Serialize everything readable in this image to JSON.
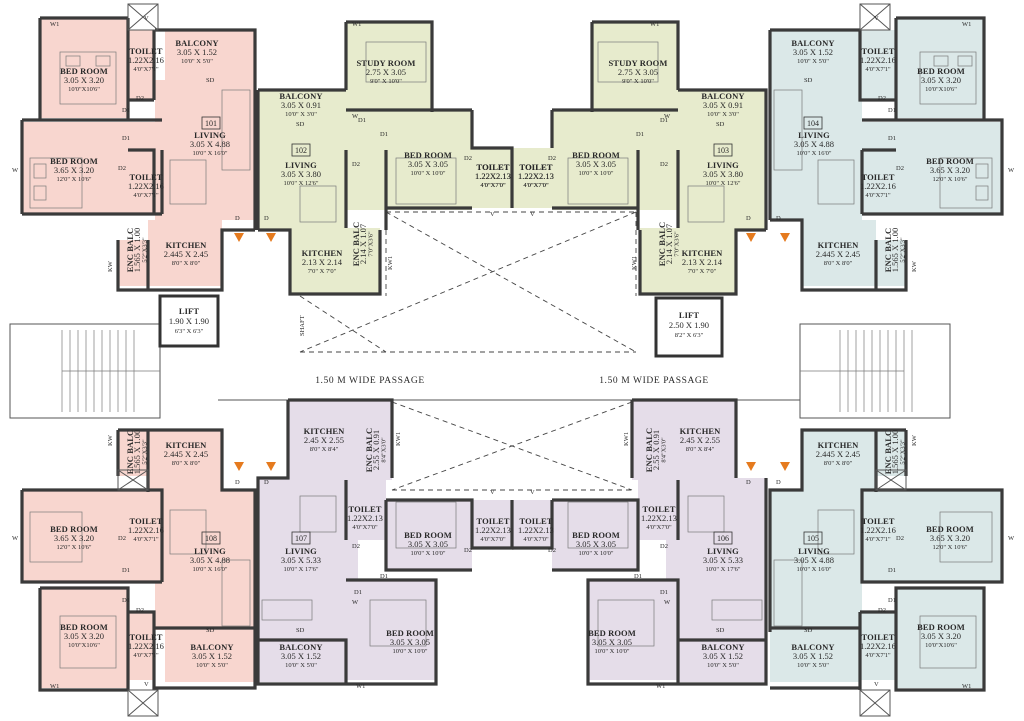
{
  "colors": {
    "pink": "#f8d6cf",
    "green": "#e7ebcd",
    "purple": "#e5dde9",
    "blue": "#dbe8e8",
    "wall": "#3a3a3a",
    "marker": "#e57a1e"
  },
  "passage_left": "1.50 M WIDE PASSAGE",
  "passage_right": "1.50 M WIDE PASSAGE",
  "lift_left": {
    "name": "LIFT",
    "dim": "1.90 X 1.90",
    "imp": "6'3\" X 6'3\""
  },
  "lift_right": {
    "name": "LIFT",
    "dim": "2.50 X 1.90",
    "imp": "8'2\" X 6'3\""
  },
  "shaft_label": "SHAFT",
  "units": [
    {
      "id": "101",
      "color": "pink",
      "rooms": [
        {
          "name": "BED ROOM",
          "dim": "3.05 X 3.20",
          "imp": "10'0\"X10'6\""
        },
        {
          "name": "TOILET",
          "dim": "1.22X2.16",
          "imp": "4'0\"X7'1\""
        },
        {
          "name": "BALCONY",
          "dim": "3.05 X 1.52",
          "imp": "10'0\" X 5'0\""
        },
        {
          "name": "LIVING",
          "dim": "3.05 X 4.88",
          "imp": "10'0\" X 16'0\""
        },
        {
          "name": "BED ROOM",
          "dim": "3.65 X 3.20",
          "imp": "12'0\" X 10'6\""
        },
        {
          "name": "TOILET",
          "dim": "1.22X2.16",
          "imp": "4'0\"X7'1\""
        },
        {
          "name": "KITCHEN",
          "dim": "2.445 X 2.45",
          "imp": "8'0\" X 8'0\""
        },
        {
          "name": "ENC BALC",
          "dim": "1.565 X 1.00",
          "imp": "5'2\"X3'3\""
        }
      ]
    },
    {
      "id": "102",
      "color": "green",
      "rooms": [
        {
          "name": "STUDY ROOM",
          "dim": "2.75 X 3.05",
          "imp": "9'0\" X 10'0\""
        },
        {
          "name": "BALCONY",
          "dim": "3.05 X 0.91",
          "imp": "10'0\" X 3'0\""
        },
        {
          "name": "LIVING",
          "dim": "3.05 X 3.80",
          "imp": "10'0\" X 12'6\""
        },
        {
          "name": "BED ROOM",
          "dim": "3.05 X 3.05",
          "imp": "10'0\" X 10'0\""
        },
        {
          "name": "TOILET",
          "dim": "1.22X2.13",
          "imp": "4'0\"X7'0\""
        },
        {
          "name": "TOILET",
          "dim": "1.22X2.13",
          "imp": "4'0\"X7'0\""
        },
        {
          "name": "KITCHEN",
          "dim": "2.13 X 2.14",
          "imp": "7'0\" X 7'0\""
        },
        {
          "name": "ENC BALC",
          "dim": "2.14 X 1.07",
          "imp": "7'0\"X3'6\""
        }
      ]
    },
    {
      "id": "103",
      "color": "green",
      "rooms": [
        {
          "name": "STUDY ROOM",
          "dim": "2.75 X 3.05",
          "imp": "9'0\" X 10'0\""
        },
        {
          "name": "BALCONY",
          "dim": "3.05 X 0.91",
          "imp": "10'0\" X 3'0\""
        },
        {
          "name": "LIVING",
          "dim": "3.05 X 3.80",
          "imp": "10'0\" X 12'6\""
        },
        {
          "name": "BED ROOM",
          "dim": "3.05 X 3.05",
          "imp": "10'0\" X 10'0\""
        },
        {
          "name": "TOILET",
          "dim": "1.22X2.13",
          "imp": "4'0\"X7'0\""
        },
        {
          "name": "TOILET",
          "dim": "1.22X2.13",
          "imp": "4'0\"X7'0\""
        },
        {
          "name": "KITCHEN",
          "dim": "2.13 X 2.14",
          "imp": "7'0\" X 7'0\""
        },
        {
          "name": "ENC BALC",
          "dim": "2.14 X 1.07",
          "imp": "7'0\"X3'6\""
        }
      ]
    },
    {
      "id": "104",
      "color": "blue",
      "rooms": [
        {
          "name": "BALCONY",
          "dim": "3.05 X 1.52",
          "imp": "10'0\" X 5'0\""
        },
        {
          "name": "TOILET",
          "dim": "1.22X2.16",
          "imp": "4'0\"X7'1\""
        },
        {
          "name": "BED ROOM",
          "dim": "3.05 X 3.20",
          "imp": "10'0\"X10'6\""
        },
        {
          "name": "LIVING",
          "dim": "3.05 X 4.88",
          "imp": "10'0\" X 16'0\""
        },
        {
          "name": "BED ROOM",
          "dim": "3.65 X 3.20",
          "imp": "12'0\" X 10'6\""
        },
        {
          "name": "TOILET",
          "dim": "1.22X2.16",
          "imp": "4'0\"X7'1\""
        },
        {
          "name": "KITCHEN",
          "dim": "2.445 X 2.45",
          "imp": "8'0\" X 8'0\""
        },
        {
          "name": "ENC BALC",
          "dim": "1.565 X 1.00",
          "imp": "5'2\"X3'3\""
        }
      ]
    },
    {
      "id": "105",
      "color": "blue",
      "rooms": [
        {
          "name": "KITCHEN",
          "dim": "2.445 X 2.45",
          "imp": "8'0\" X 8'0\""
        },
        {
          "name": "ENC BALC",
          "dim": "1.565 X 1.00",
          "imp": "5'2\"X3'3\""
        },
        {
          "name": "TOILET",
          "dim": "1.22X2.16",
          "imp": "4'0\"X7'1\""
        },
        {
          "name": "BED ROOM",
          "dim": "3.65 X 3.20",
          "imp": "12'0\" X 10'6\""
        },
        {
          "name": "LIVING",
          "dim": "3.05 X 4.88",
          "imp": "10'0\" X 16'0\""
        },
        {
          "name": "BED ROOM",
          "dim": "3.05 X 3.20",
          "imp": "10'0\"X10'6\""
        },
        {
          "name": "TOILET",
          "dim": "1.22X2.16",
          "imp": "4'0\"X7'1\""
        },
        {
          "name": "BALCONY",
          "dim": "3.05 X 1.52",
          "imp": "10'0\" X 5'0\""
        }
      ]
    },
    {
      "id": "106",
      "color": "purple",
      "rooms": [
        {
          "name": "KITCHEN",
          "dim": "2.45 X 2.55",
          "imp": "8'0\" X 8'4\""
        },
        {
          "name": "ENC BALC",
          "dim": "2.55 X 0.91",
          "imp": "8'4\"X3'0\""
        },
        {
          "name": "TOILET",
          "dim": "1.22X2.13",
          "imp": "4'0\"X7'0\""
        },
        {
          "name": "BED ROOM",
          "dim": "3.05 X 3.05",
          "imp": "10'0\" X 10'0\""
        },
        {
          "name": "TOILET",
          "dim": "1.22X2.13",
          "imp": "4'0\"X7'0\""
        },
        {
          "name": "LIVING",
          "dim": "3.05 X 5.33",
          "imp": "10'0\" X 17'6\""
        },
        {
          "name": "BED ROOM",
          "dim": "3.05 X 3.05",
          "imp": "10'0\" X 10'0\""
        },
        {
          "name": "BALCONY",
          "dim": "3.05 X 1.52",
          "imp": "10'0\" X 5'0\""
        }
      ]
    },
    {
      "id": "107",
      "color": "purple",
      "rooms": [
        {
          "name": "KITCHEN",
          "dim": "2.45 X 2.55",
          "imp": "8'0\" X 8'4\""
        },
        {
          "name": "ENC BALC",
          "dim": "2.55 X 0.91",
          "imp": "8'4\"X3'0\""
        },
        {
          "name": "TOILET",
          "dim": "1.22X2.13",
          "imp": "4'0\"X7'0\""
        },
        {
          "name": "BED ROOM",
          "dim": "3.05 X 3.05",
          "imp": "10'0\" X 10'0\""
        },
        {
          "name": "TOILET",
          "dim": "1.22X2.13",
          "imp": "4'0\"X7'0\""
        },
        {
          "name": "LIVING",
          "dim": "3.05 X 5.33",
          "imp": "10'0\" X 17'6\""
        },
        {
          "name": "BED ROOM",
          "dim": "3.05 X 3.05",
          "imp": "10'0\" X 10'0\""
        },
        {
          "name": "BALCONY",
          "dim": "3.05 X 1.52",
          "imp": "10'0\" X 5'0\""
        }
      ]
    },
    {
      "id": "108",
      "color": "pink",
      "rooms": [
        {
          "name": "KITCHEN",
          "dim": "2.445 X 2.45",
          "imp": "8'0\" X 8'0\""
        },
        {
          "name": "ENC BALC",
          "dim": "1.565 X 1.00",
          "imp": "5'2\"X3'3\""
        },
        {
          "name": "BED ROOM",
          "dim": "3.65 X 3.20",
          "imp": "12'0\" X 10'6\""
        },
        {
          "name": "TOILET",
          "dim": "1.22X2.16",
          "imp": "4'0\"X7'1\""
        },
        {
          "name": "LIVING",
          "dim": "3.05 X 4.88",
          "imp": "10'0\" X 16'0\""
        },
        {
          "name": "BED ROOM",
          "dim": "3.05 X 3.20",
          "imp": "10'0\"X10'6\""
        },
        {
          "name": "TOILET",
          "dim": "1.22X2.16",
          "imp": "4'0\"X7'1\""
        },
        {
          "name": "BALCONY",
          "dim": "3.05 X 1.52",
          "imp": "10'0\" X 5'0\""
        }
      ]
    }
  ],
  "tags": {
    "w1": "W1",
    "w": "W",
    "v": "V",
    "d": "D",
    "d1": "D1",
    "d2": "D2",
    "sd": "SD",
    "kw": "KW",
    "kw1": "KW1"
  }
}
